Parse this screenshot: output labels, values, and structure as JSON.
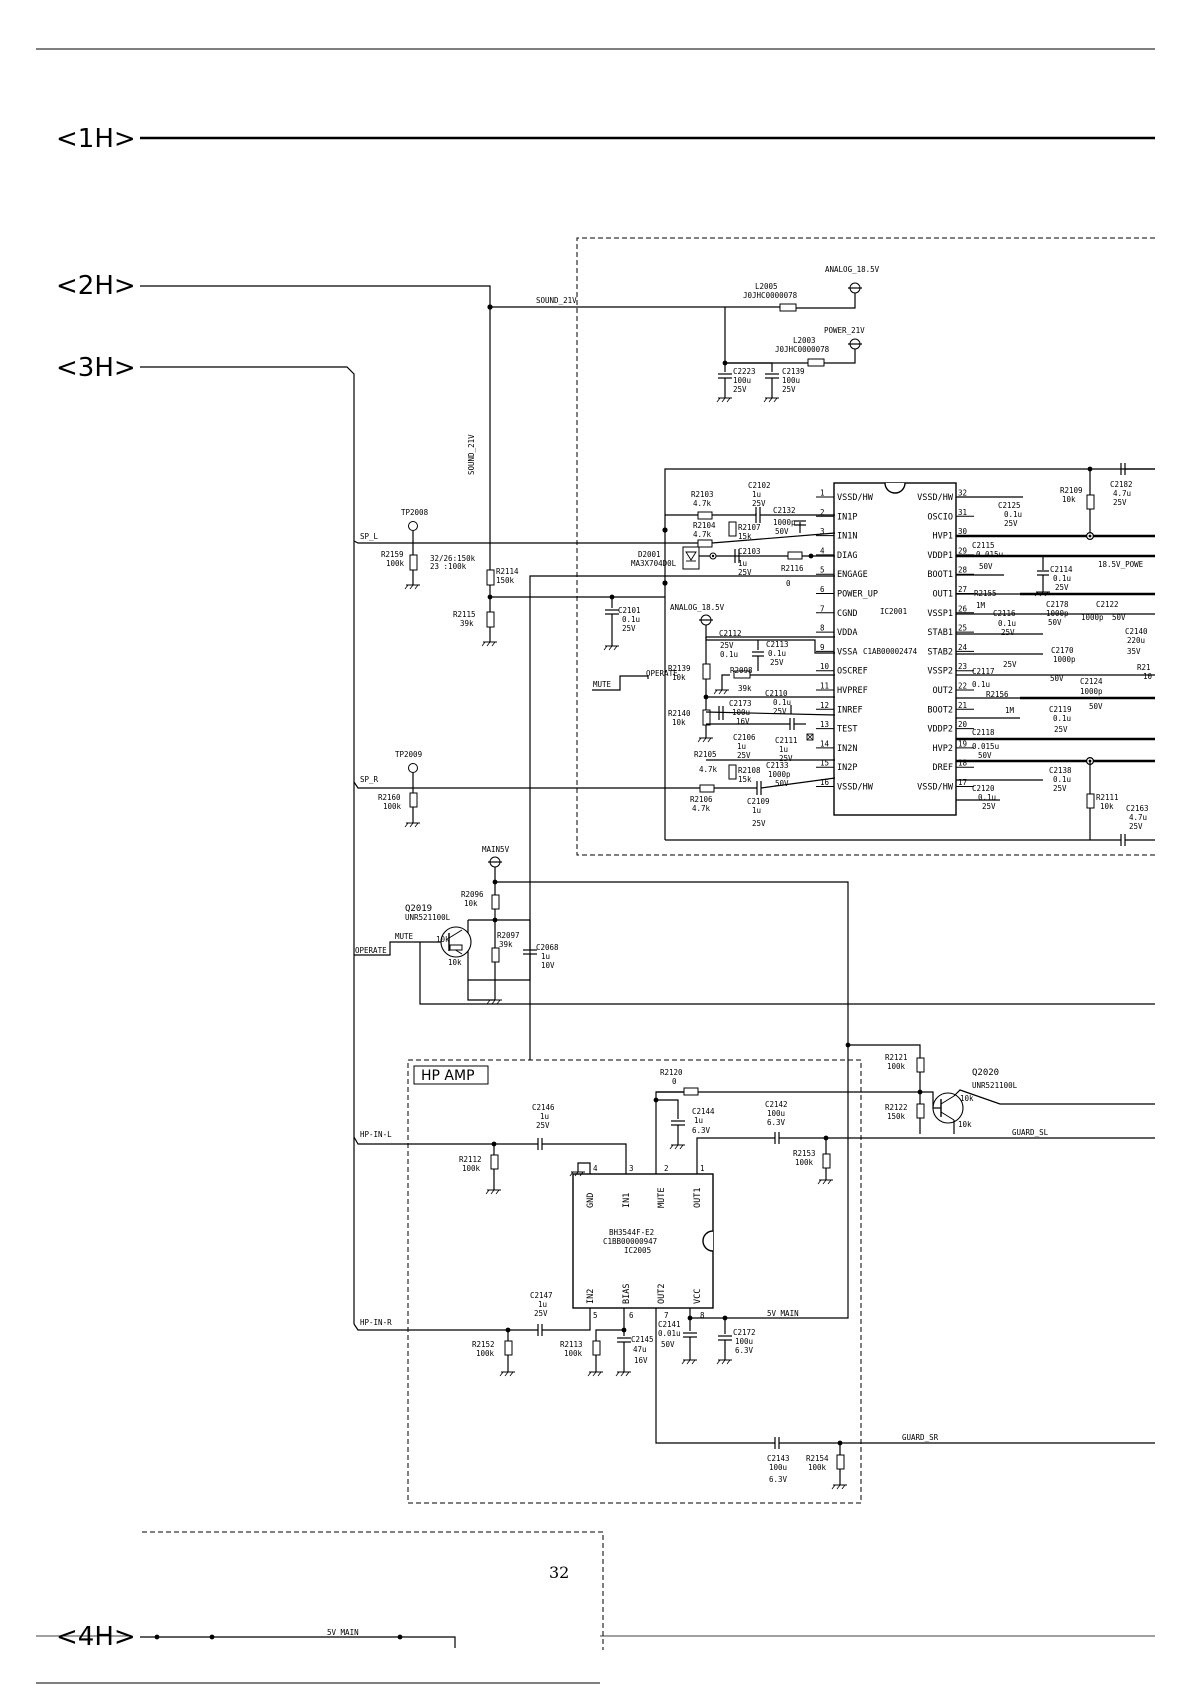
{
  "sections": {
    "s1": "<1H>",
    "s2": "<2H>",
    "s3": "<3H>",
    "s4": "<4H>"
  },
  "page_number": "32",
  "nets": {
    "sound21_h": "SOUND_21V",
    "sound21_v": "SOUND_21V",
    "analog185": "ANALOG_18.5V",
    "analog185_b": "ANALOG_18.5V",
    "power21": "POWER_21V",
    "sp_l": "SP_L",
    "sp_r": "SP_R",
    "main5v": "MAIN5V",
    "mute1": "MUTE",
    "operate1": "OPERATE",
    "mute2": "MUTE",
    "operate2": "OPERATE",
    "hp_in_l": "HP-IN-L",
    "hp_in_r": "HP-IN-R",
    "guard_sl": "GUARD_SL",
    "guard_sr": "GUARD_SR",
    "v5_main": "5V_MAIN",
    "v185_power": "18.5V_POWE",
    "v5_main_bottom": "5V_MAIN"
  },
  "hp_amp_label": "HP AMP",
  "transistors": {
    "q2019": {
      "name": "Q2019",
      "part": "UNR521100L",
      "r1": "10k",
      "r2": "10k"
    },
    "q2020": {
      "name": "Q2020",
      "part": "UNR521100L",
      "r1": "10k",
      "r2": "10k"
    }
  },
  "ic2001": {
    "ref": "IC2001",
    "part": "C1AB00002474",
    "left_pins": [
      {
        "n": "1",
        "name": "VSSD/HW"
      },
      {
        "n": "2",
        "name": "IN1P"
      },
      {
        "n": "3",
        "name": "IN1N"
      },
      {
        "n": "4",
        "name": "DIAG"
      },
      {
        "n": "5",
        "name": "ENGAGE"
      },
      {
        "n": "6",
        "name": "POWER_UP"
      },
      {
        "n": "7",
        "name": "CGND"
      },
      {
        "n": "8",
        "name": "VDDA"
      },
      {
        "n": "9",
        "name": "VSSA"
      },
      {
        "n": "10",
        "name": "OSCREF"
      },
      {
        "n": "11",
        "name": "HVPREF"
      },
      {
        "n": "12",
        "name": "INREF"
      },
      {
        "n": "13",
        "name": "TEST"
      },
      {
        "n": "14",
        "name": "IN2N"
      },
      {
        "n": "15",
        "name": "IN2P"
      },
      {
        "n": "16",
        "name": "VSSD/HW"
      }
    ],
    "right_pins": [
      {
        "n": "32",
        "name": "VSSD/HW"
      },
      {
        "n": "31",
        "name": "OSCIO"
      },
      {
        "n": "30",
        "name": "HVP1"
      },
      {
        "n": "29",
        "name": "VDDP1"
      },
      {
        "n": "28",
        "name": "BOOT1"
      },
      {
        "n": "27",
        "name": "OUT1"
      },
      {
        "n": "26",
        "name": "VSSP1"
      },
      {
        "n": "25",
        "name": "STAB1"
      },
      {
        "n": "24",
        "name": "STAB2"
      },
      {
        "n": "23",
        "name": "VSSP2"
      },
      {
        "n": "22",
        "name": "OUT2"
      },
      {
        "n": "21",
        "name": "BOOT2"
      },
      {
        "n": "20",
        "name": "VDDP2"
      },
      {
        "n": "19",
        "name": "HVP2"
      },
      {
        "n": "18",
        "name": "DREF"
      },
      {
        "n": "17",
        "name": "VSSD/HW"
      }
    ]
  },
  "ic2005": {
    "ref": "IC2005",
    "part": "BH3544F-E2",
    "code": "C1BB00000947",
    "top_pins": [
      {
        "n": "4",
        "name": "GND"
      },
      {
        "n": "3",
        "name": "IN1"
      },
      {
        "n": "2",
        "name": "MUTE"
      },
      {
        "n": "1",
        "name": "OUT1"
      }
    ],
    "bottom_pins": [
      {
        "n": "5",
        "name": "IN2"
      },
      {
        "n": "6",
        "name": "BIAS"
      },
      {
        "n": "7",
        "name": "OUT2"
      },
      {
        "n": "8",
        "name": "VCC"
      }
    ]
  },
  "parts": {
    "l2005": [
      "L2005",
      "J0JHC0000078"
    ],
    "l2003": [
      "L2003",
      "J0JHC0000078"
    ],
    "c2223": [
      "C2223",
      "100u",
      "25V"
    ],
    "c2139": [
      "C2139",
      "100u",
      "25V"
    ],
    "tp2008": [
      "TP2008"
    ],
    "tp2009": [
      "TP2009"
    ],
    "r2159": [
      "R2159",
      "100k"
    ],
    "r2160": [
      "R2160",
      "100k"
    ],
    "r2114": [
      "R2114",
      "150k"
    ],
    "r2115": [
      "R2115",
      "39k"
    ],
    "note_32_26": [
      "32/26:150k",
      "23   :100k"
    ],
    "r2103": [
      "R2103",
      "4.7k"
    ],
    "c2102": [
      "C2102",
      "1u",
      "25V"
    ],
    "r2104": [
      "R2104",
      "4.7k"
    ],
    "r2107": [
      "R2107",
      "15k"
    ],
    "c2132": [
      "C2132",
      "1000p",
      "50V"
    ],
    "c2103": [
      "C2103",
      "1u",
      "25V"
    ],
    "r2116": [
      "R2116",
      "0"
    ],
    "d2001": [
      "D2001",
      "MA3X704D0L"
    ],
    "c2101": [
      "C2101",
      "0.1u",
      "25V"
    ],
    "c2112": [
      "C2112",
      "25V",
      "0.1u"
    ],
    "c2113": [
      "C2113",
      "0.1u",
      "25V"
    ],
    "r2098": [
      "R2098",
      "39k"
    ],
    "r2139": [
      "R2139",
      "10k"
    ],
    "r2140": [
      "R2140",
      "10k"
    ],
    "c2110": [
      "C2110",
      "0.1u",
      "25V"
    ],
    "c2173": [
      "C2173",
      "100u",
      "16V"
    ],
    "c2106": [
      "C2106",
      "1u",
      "25V"
    ],
    "c2111": [
      "C2111",
      "1u",
      "25V"
    ],
    "r2105": [
      "R2105",
      "4.7k"
    ],
    "r2108": [
      "R2108",
      "15k"
    ],
    "c2133": [
      "C2133",
      "1000p",
      "50V"
    ],
    "r2106": [
      "R2106",
      "4.7k"
    ],
    "c2109": [
      "C2109",
      "1u",
      "25V"
    ],
    "c2125": [
      "C2125",
      "0.1u",
      "25V"
    ],
    "r2109": [
      "R2109",
      "10k"
    ],
    "c2182": [
      "C2182",
      "4.7u",
      "25V"
    ],
    "c2115": [
      "C2115",
      "0.015u"
    ],
    "c2114": [
      "C2114",
      "0.1u",
      "25V"
    ],
    "r2155": [
      "R2155",
      "1M"
    ],
    "c2116": [
      "C2116",
      "0.1u",
      "25V"
    ],
    "c2178": [
      "C2178",
      "1000p",
      "50V"
    ],
    "c2122": [
      "C2122",
      "1000p",
      "50V"
    ],
    "c2140": [
      "C2140",
      "220u",
      "35V"
    ],
    "c2117": [
      "C2117",
      "0.1u",
      "25V"
    ],
    "c2170": [
      "C2170",
      "1000p",
      "50V"
    ],
    "c2124": [
      "C2124",
      "1000p",
      "50V"
    ],
    "r2156": [
      "R2156",
      "1M"
    ],
    "c2119": [
      "C2119",
      "0.1u",
      "25V"
    ],
    "c2118": [
      "C2118",
      "0.015u",
      "50V"
    ],
    "c2138": [
      "C2138",
      "0.1u",
      "25V"
    ],
    "c2120": [
      "C2120",
      "0.1u",
      "25V"
    ],
    "r2111": [
      "R2111",
      "10k"
    ],
    "c2163": [
      "C2163",
      "4.7u",
      "25V"
    ],
    "r2096": [
      "R2096",
      "10k"
    ],
    "r2097": [
      "R2097",
      "39k"
    ],
    "c2068": [
      "C2068",
      "1u",
      "10V"
    ],
    "r2121": [
      "R2121",
      "100k"
    ],
    "r2122": [
      "R2122",
      "150k"
    ],
    "r2120": [
      "R2120",
      "0"
    ],
    "c2144": [
      "C2144",
      "1u",
      "6.3V"
    ],
    "c2142": [
      "C2142",
      "100u",
      "6.3V"
    ],
    "c2146": [
      "C2146",
      "1u",
      "25V"
    ],
    "r2112": [
      "R2112",
      "100k"
    ],
    "r2153": [
      "R2153",
      "100k"
    ],
    "c2147": [
      "C2147",
      "1u",
      "25V"
    ],
    "r2152": [
      "R2152",
      "100k"
    ],
    "r2113": [
      "R2113",
      "100k"
    ],
    "c2145": [
      "C2145",
      "47u",
      "16V"
    ],
    "c2141": [
      "C2141",
      "0.01u",
      "50V"
    ],
    "c2172": [
      "C2172",
      "100u",
      "6.3V"
    ],
    "c2143": [
      "C2143",
      "100u",
      "6.3V"
    ],
    "r2154": [
      "R2154",
      "100k"
    ]
  }
}
